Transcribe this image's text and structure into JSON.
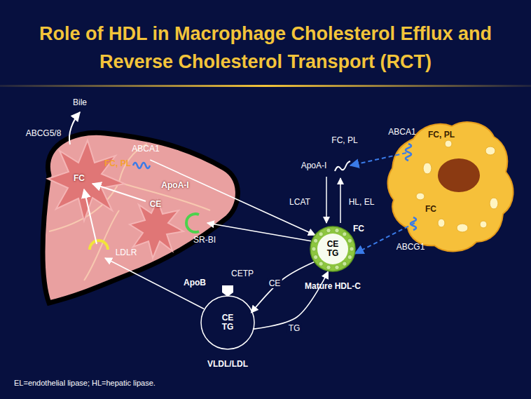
{
  "diagram": {
    "title": "Role of HDL in Macrophage Cholesterol Efflux and Reverse Cholesterol Transport (RCT)",
    "caption": "EL=endothelial lipase; HL=hepatic lipase.",
    "nodes": [
      {
        "text": [
          "FC",
          "ApoA-I",
          "CE"
        ]
      },
      {
        "text": [
          "FC"
        ]
      },
      {
        "text": [
          "CE TG",
          "Mature HDL-C"
        ]
      },
      {
        "text": [
          "ApoB",
          "CE TG",
          "VLDL/LDL"
        ]
      }
    ],
    "edges": [
      {
        "from": 3,
        "to": 0,
        "arrow": "to"
      },
      {
        "from": 2,
        "to": 0,
        "arrow": "to"
      },
      {
        "from": 0,
        "to": 2,
        "arrow": "to"
      },
      {
        "from": 2,
        "to": 3,
        "label": "CE",
        "arrow": "to"
      },
      {
        "from": 3,
        "to": 2,
        "label": "TG",
        "arrow": "to"
      },
      {
        "from": 1,
        "to": 2,
        "arrow": "to"
      }
    ],
    "labels": [
      "Bile",
      "ABCG5/8",
      "ABCA1",
      "FC, PL",
      "SR-BI",
      "LDLR",
      "FC, PL",
      "ApoA-I",
      "LCAT",
      "HL, EL",
      "FC",
      "ABCA1",
      "FC, PL",
      "ABCG1",
      "CETP"
    ]
  }
}
